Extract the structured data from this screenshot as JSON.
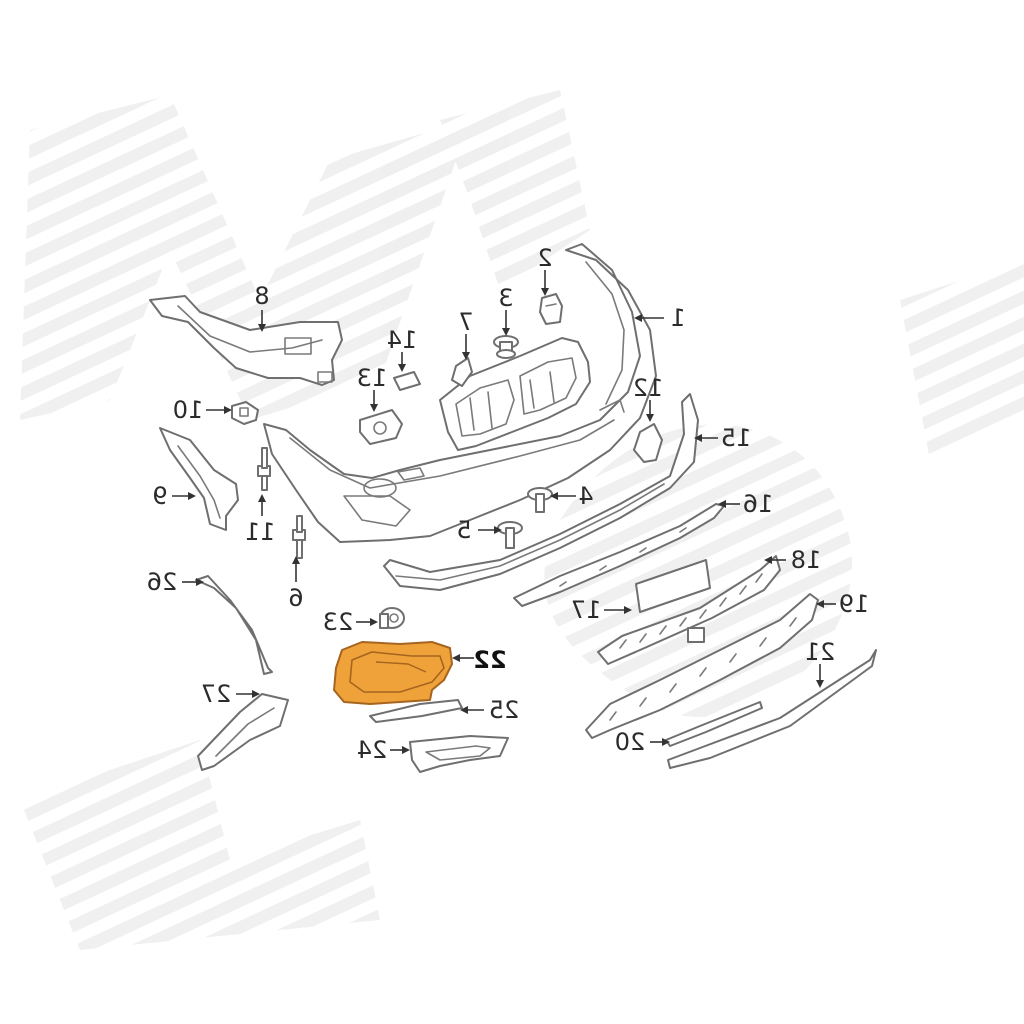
{
  "diagram": {
    "highlight_color": "#f0a23a",
    "callouts": [
      "1",
      "2",
      "3",
      "4",
      "5",
      "6",
      "7",
      "8",
      "9",
      "10",
      "11",
      "12",
      "13",
      "14",
      "15",
      "16",
      "17",
      "18",
      "19",
      "20",
      "21",
      "22",
      "23",
      "24",
      "25",
      "26",
      "27"
    ],
    "highlighted_callout": "22"
  }
}
